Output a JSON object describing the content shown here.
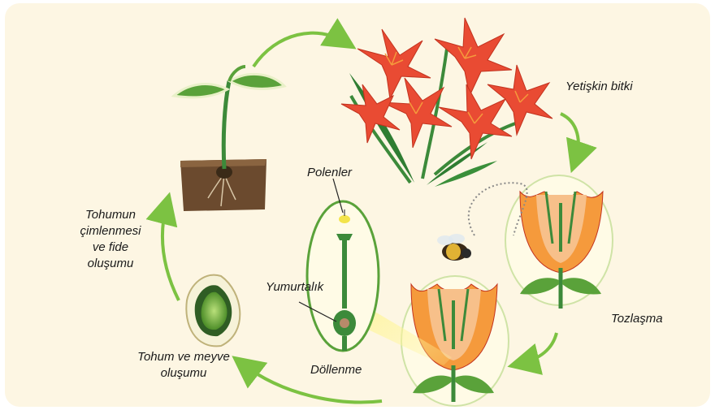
{
  "labels": {
    "adult_plant": "Yetişkin bitki",
    "pollination": "Tozlaşma",
    "fertilization": "Döllenme",
    "seed_fruit_line1": "Tohum ve meyve",
    "seed_fruit_line2": "oluşumu",
    "germination_line1": "Tohumun",
    "germination_line2": "çimlenmesi",
    "germination_line3": "ve fide",
    "germination_line4": "oluşumu",
    "pollens": "Polenler",
    "ovary": "Yumurtalık"
  },
  "colors": {
    "background": "#fdf6e3",
    "arrow": "#7cc242",
    "petal": "#e94b33",
    "inner_flower": "#f59a3c",
    "stem": "#3c8a3a",
    "soil": "#6b4a2e",
    "pollen": "#f3e44a"
  }
}
